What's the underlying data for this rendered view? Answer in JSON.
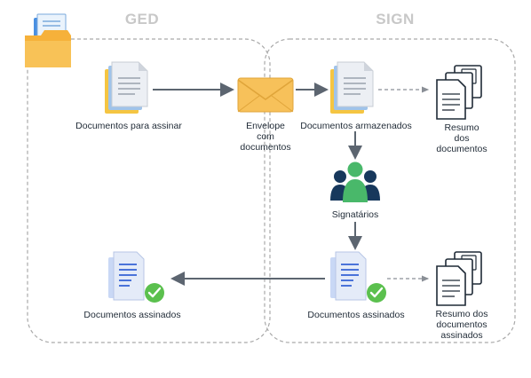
{
  "zones": {
    "ged_title": "GED",
    "sign_title": "SIGN"
  },
  "nodes": {
    "docs_to_sign": "Documentos para assinar",
    "envelope": [
      "Envelope",
      "com",
      "documentos"
    ],
    "docs_stored": "Documentos armazenados",
    "summary_top": [
      "Resumo",
      "dos",
      "documentos"
    ],
    "signatories": "Signatários",
    "signed_sign": "Documentos assinados",
    "signed_ged": "Documentos assinados",
    "summary_bottom": [
      "Resumo dos",
      "documentos",
      "assinados"
    ]
  },
  "icons": {
    "hash_symbol": "#"
  },
  "colors": {
    "zone_border": "#a9a9a9",
    "arrow": "#5c6570",
    "folder": "#f6b13a",
    "envelope": "#f7c15a",
    "doc_sheet": "#e9ecf2",
    "doc_back": "#f5c542",
    "signed_doc_blue": "#4a73d9",
    "check_green": "#5bc04e",
    "person_dark": "#17385c",
    "person_green": "#49b86a"
  }
}
